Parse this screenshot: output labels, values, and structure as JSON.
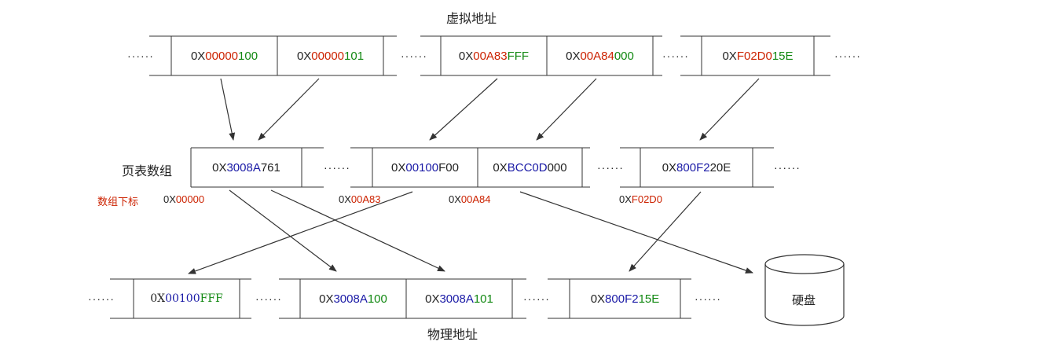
{
  "titles": {
    "virtual": "虚拟地址",
    "page_table": "页表数组",
    "index": "数组下标",
    "physical": "物理地址",
    "disk": "硬盘"
  },
  "dots": "······",
  "virtual_cells": [
    [
      {
        "t": "0X",
        "c": "black"
      },
      {
        "t": "00000",
        "c": "red"
      },
      {
        "t": "100",
        "c": "green"
      }
    ],
    [
      {
        "t": "0X",
        "c": "black"
      },
      {
        "t": "00000",
        "c": "red"
      },
      {
        "t": "101",
        "c": "green"
      }
    ],
    [
      {
        "t": "0X",
        "c": "black"
      },
      {
        "t": "00A83",
        "c": "red"
      },
      {
        "t": "FFF",
        "c": "green"
      }
    ],
    [
      {
        "t": "0X",
        "c": "black"
      },
      {
        "t": "00A84",
        "c": "red"
      },
      {
        "t": "000",
        "c": "green"
      }
    ],
    [
      {
        "t": "0X",
        "c": "black"
      },
      {
        "t": "F02D0",
        "c": "red"
      },
      {
        "t": "15E",
        "c": "green"
      }
    ]
  ],
  "page_table_cells": [
    [
      {
        "t": "0X",
        "c": "black"
      },
      {
        "t": "3008A",
        "c": "blue"
      },
      {
        "t": "761",
        "c": "black"
      }
    ],
    [
      {
        "t": "0X",
        "c": "black"
      },
      {
        "t": "00100",
        "c": "blue"
      },
      {
        "t": "F00",
        "c": "black"
      }
    ],
    [
      {
        "t": "0X",
        "c": "black"
      },
      {
        "t": "BCC0D",
        "c": "blue"
      },
      {
        "t": "000",
        "c": "black"
      }
    ],
    [
      {
        "t": "0X",
        "c": "black"
      },
      {
        "t": "800F2",
        "c": "blue"
      },
      {
        "t": "20E",
        "c": "black"
      }
    ]
  ],
  "indices": [
    [
      {
        "t": "0X",
        "c": "black"
      },
      {
        "t": "00000",
        "c": "red"
      }
    ],
    [
      {
        "t": "0X",
        "c": "black"
      },
      {
        "t": "00A83",
        "c": "red"
      }
    ],
    [
      {
        "t": "0X",
        "c": "black"
      },
      {
        "t": "00A84",
        "c": "red"
      }
    ],
    [
      {
        "t": "0X",
        "c": "black"
      },
      {
        "t": "F02D0",
        "c": "red"
      }
    ]
  ],
  "physical_cells": [
    [
      {
        "t": "0X",
        "c": "black"
      },
      {
        "t": "00100",
        "c": "blue"
      },
      {
        "t": "FFF",
        "c": "green"
      }
    ],
    [
      {
        "t": "0X",
        "c": "black"
      },
      {
        "t": "3008A",
        "c": "blue"
      },
      {
        "t": "100",
        "c": "green"
      }
    ],
    [
      {
        "t": "0X",
        "c": "black"
      },
      {
        "t": "3008A",
        "c": "blue"
      },
      {
        "t": "101",
        "c": "green"
      }
    ],
    [
      {
        "t": "0X",
        "c": "black"
      },
      {
        "t": "800F2",
        "c": "blue"
      },
      {
        "t": "15E",
        "c": "green"
      }
    ]
  ],
  "colors": {
    "page_number": "#cc2200",
    "offset": "#118811",
    "frame_number": "#1a1aa6",
    "line": "#333333"
  },
  "icons": {
    "disk": "disk-cylinder-icon",
    "arrow": "arrow-icon"
  }
}
